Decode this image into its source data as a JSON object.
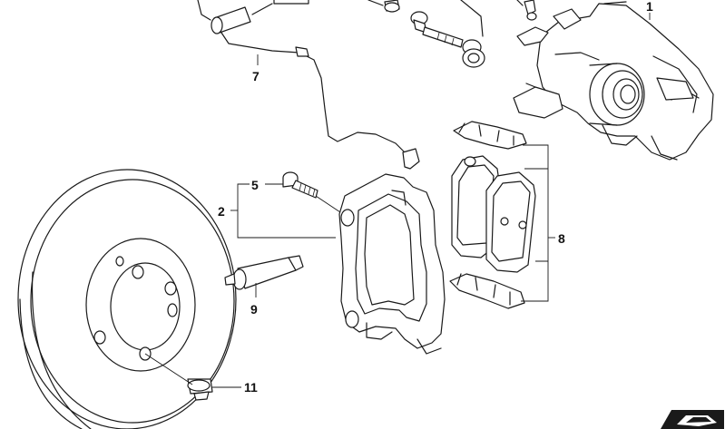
{
  "diagram": {
    "callouts": {
      "c1": "1",
      "c2": "2",
      "c5": "5",
      "c7": "7",
      "c8": "8",
      "c9": "9",
      "c11": "11"
    },
    "colors": {
      "line": "#1a1a1a",
      "background": "#ffffff",
      "badge": "#1a1a1a"
    }
  }
}
